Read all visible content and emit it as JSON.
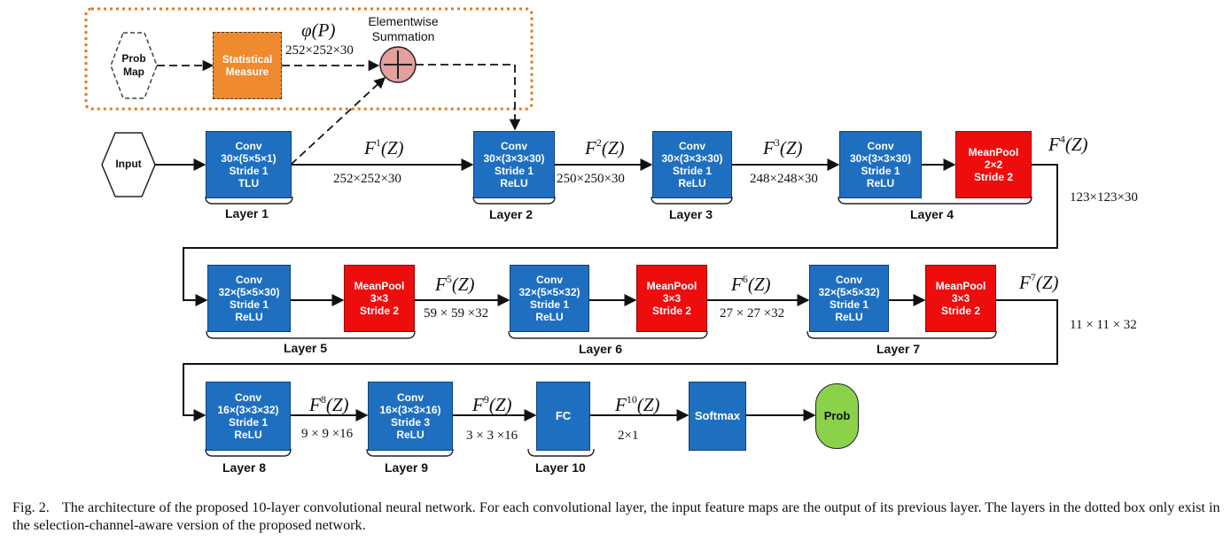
{
  "nodes": {
    "input": "Input",
    "prob_map": [
      "Prob",
      "Map"
    ],
    "statistical_measure": [
      "Statistical",
      "Measure"
    ],
    "elementwise": [
      "Elementwise",
      "Summation"
    ],
    "phi": "φ(P)",
    "phi_dims": "252×252×30",
    "conv1": [
      "Conv",
      "30×(5×5×1)",
      "Stride 1",
      "TLU"
    ],
    "conv2": [
      "Conv",
      "30×(3×3×30)",
      "Stride 1",
      "ReLU"
    ],
    "conv3": [
      "Conv",
      "30×(3×3×30)",
      "Stride 1",
      "ReLU"
    ],
    "conv4": [
      "Conv",
      "30×(3×3×30)",
      "Stride 1",
      "ReLU"
    ],
    "pool4": [
      "MeanPool",
      "2×2",
      "Stride 2"
    ],
    "conv5": [
      "Conv",
      "32×(5×5×30)",
      "Stride 1",
      "ReLU"
    ],
    "pool5": [
      "MeanPool",
      "3×3",
      "Stride 2"
    ],
    "conv6": [
      "Conv",
      "32×(5×5×32)",
      "Stride 1",
      "ReLU"
    ],
    "pool6": [
      "MeanPool",
      "3×3",
      "Stride 2"
    ],
    "conv7": [
      "Conv",
      "32×(5×5×32)",
      "Stride 1",
      "ReLU"
    ],
    "pool7": [
      "MeanPool",
      "3×3",
      "Stride 2"
    ],
    "conv8": [
      "Conv",
      "16×(3×3×32)",
      "Stride 1",
      "ReLU"
    ],
    "conv9": [
      "Conv",
      "16×(3×3×16)",
      "Stride 3",
      "ReLU"
    ],
    "fc": "FC",
    "softmax": "Softmax",
    "prob": "Prob"
  },
  "features": {
    "f1": {
      "base": "F",
      "sup": "1",
      "arg": "(Z)",
      "dims": "252×252×30"
    },
    "f2": {
      "base": "F",
      "sup": "2",
      "arg": "(Z)",
      "dims": "250×250×30"
    },
    "f3": {
      "base": "F",
      "sup": "3",
      "arg": "(Z)",
      "dims": "248×248×30"
    },
    "f4": {
      "base": "F",
      "sup": "4",
      "arg": "(Z)",
      "dims": "123×123×30"
    },
    "f5": {
      "base": "F",
      "sup": "5",
      "arg": "(Z)",
      "dims": "59 × 59 ×32"
    },
    "f6": {
      "base": "F",
      "sup": "6",
      "arg": "(Z)",
      "dims": "27 × 27 ×32"
    },
    "f7": {
      "base": "F",
      "sup": "7",
      "arg": "(Z)",
      "dims": "11 × 11 × 32"
    },
    "f8": {
      "base": "F",
      "sup": "8",
      "arg": "(Z)",
      "dims": "9 × 9 ×16"
    },
    "f9": {
      "base": "F",
      "sup": "9",
      "arg": "(Z)",
      "dims": "3 × 3 ×16"
    },
    "f10": {
      "base": "F",
      "sup": "10",
      "arg": "(Z)",
      "dims": "2×1"
    }
  },
  "layers": [
    "Layer 1",
    "Layer 2",
    "Layer 3",
    "Layer 4",
    "Layer 5",
    "Layer 6",
    "Layer 7",
    "Layer 8",
    "Layer 9",
    "Layer 10"
  ],
  "caption": {
    "fig": "Fig. 2.",
    "text": "The architecture of the proposed 10-layer convolutional neural network. For each convolutional layer, the input feature maps are the output of its previous layer. The layers in the dotted box only exist in the selection-channel-aware version of the proposed network."
  },
  "colors": {
    "conv": "#1f6fc1",
    "pool": "#ee0d0d",
    "statistical": "#ef8a2f",
    "prob": "#8bd14a",
    "sum_circle": "#e3a19c",
    "dotted_box": "#e07b1a"
  }
}
